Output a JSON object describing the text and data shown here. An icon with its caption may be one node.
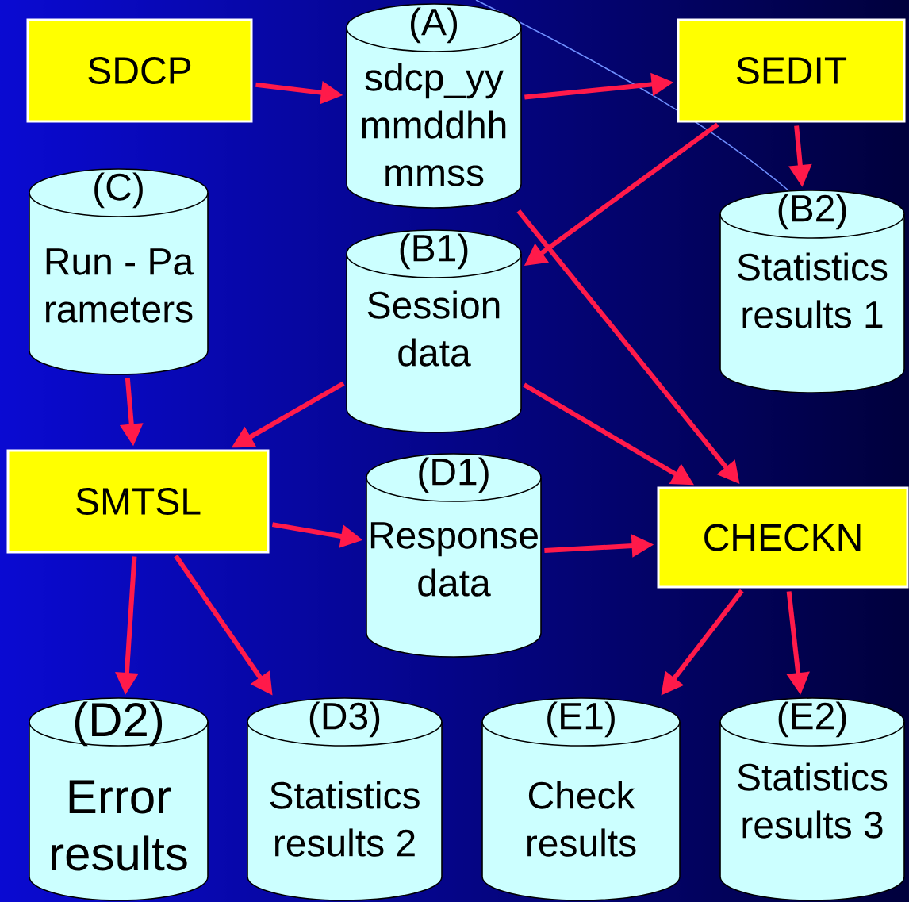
{
  "diagram": {
    "nodes": [
      {
        "text": [
          "SDCP"
        ]
      },
      {
        "text": [
          "(A)",
          "sdcp_yy mmddhh mmss"
        ]
      },
      {
        "text": [
          "SEDIT"
        ]
      },
      {
        "text": [
          "(C)",
          "Run - Pa rameters"
        ]
      },
      {
        "text": [
          "(B1)",
          "Session data"
        ]
      },
      {
        "text": [
          "(B2)",
          "Statistics results 1"
        ]
      },
      {
        "text": [
          "SMTSL"
        ]
      },
      {
        "text": [
          "(D1)",
          "Response data"
        ]
      },
      {
        "text": [
          "CHECKN"
        ]
      },
      {
        "text": [
          "(D2)",
          "Error results"
        ]
      },
      {
        "text": [
          "(D3)",
          "Statistics results 2"
        ]
      },
      {
        "text": [
          "(E1)",
          "Check results"
        ]
      },
      {
        "text": [
          "(E2)",
          "Statistics results 3"
        ]
      }
    ],
    "edges": [
      {
        "from": 0,
        "to": 1,
        "arrow": "to"
      },
      {
        "from": 1,
        "to": 2,
        "arrow": "to"
      },
      {
        "from": 2,
        "to": 5,
        "arrow": "to"
      },
      {
        "from": 2,
        "to": 4,
        "arrow": "to"
      },
      {
        "from": 1,
        "to": 8,
        "arrow": "to"
      },
      {
        "from": 3,
        "to": 6,
        "arrow": "to"
      },
      {
        "from": 4,
        "to": 6,
        "arrow": "to"
      },
      {
        "from": 4,
        "to": 8,
        "arrow": "to"
      },
      {
        "from": 6,
        "to": 7,
        "arrow": "to"
      },
      {
        "from": 7,
        "to": 8,
        "arrow": "to"
      },
      {
        "from": 6,
        "to": 9,
        "arrow": "to"
      },
      {
        "from": 6,
        "to": 10,
        "arrow": "to"
      },
      {
        "from": 8,
        "to": 11,
        "arrow": "to"
      },
      {
        "from": 8,
        "to": 12,
        "arrow": "to"
      }
    ]
  }
}
